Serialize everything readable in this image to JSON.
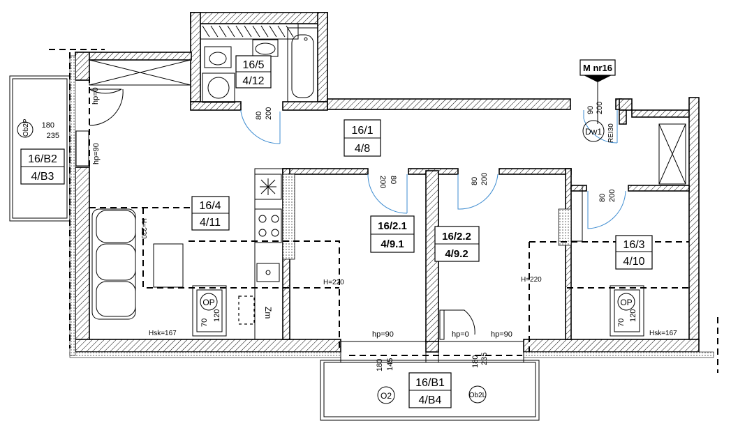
{
  "rooms": [
    {
      "id": "16/5",
      "sub": "4/12"
    },
    {
      "id": "16/1",
      "sub": "4/8"
    },
    {
      "id": "16/4",
      "sub": "4/11"
    },
    {
      "id": "16/2.1",
      "sub": "4/9.1"
    },
    {
      "id": "16/2.2",
      "sub": "4/9.2"
    },
    {
      "id": "16/3",
      "sub": "4/10"
    },
    {
      "id": "16/B1",
      "sub": "4/B4"
    },
    {
      "id": "16/B2",
      "sub": "4/B3"
    }
  ],
  "marker": {
    "label": "M nr16"
  },
  "tags": {
    "dw1": "Dw1",
    "rei": "REI30",
    "op": "OP",
    "ob2p": "Ob2P",
    "o2": "O2",
    "ob2l": "Ob2L",
    "zm": "Zm"
  },
  "dims": {
    "hp0": "hp=0",
    "hp90": "hp=90",
    "w80": "80",
    "h200": "200",
    "w90": "90",
    "w180": "180",
    "h235": "235",
    "h145": "145",
    "h120": "120",
    "w70": "70",
    "H220": "H=220",
    "Hsk167": "Hsk=167"
  }
}
